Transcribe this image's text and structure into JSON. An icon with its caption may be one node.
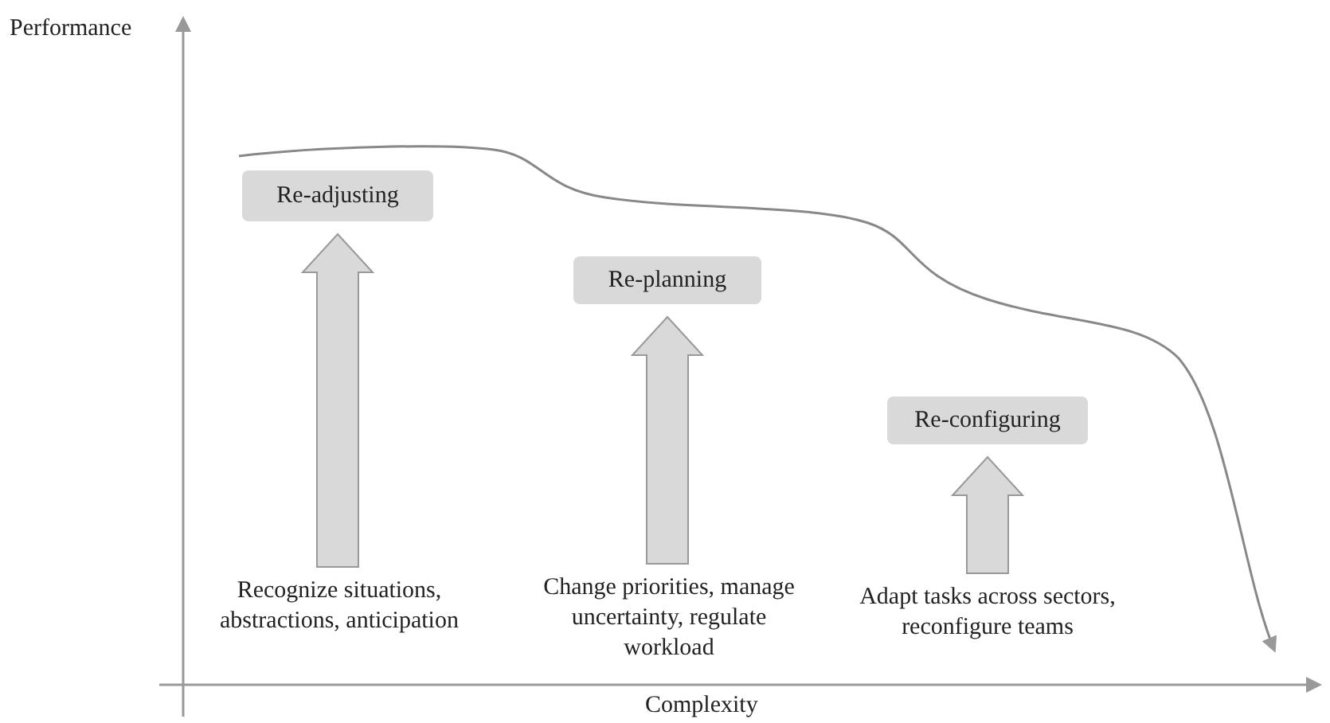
{
  "diagram": {
    "nodes": [
      {
        "text": [
          "Re-adjusting"
        ]
      },
      {
        "text": [
          "Re-planning"
        ]
      },
      {
        "text": [
          "Re-configuring"
        ]
      },
      {
        "text": [
          "Recognize situations, abstractions, anticipation"
        ]
      },
      {
        "text": [
          "Change priorities, manage uncertainty, regulate workload"
        ]
      },
      {
        "text": [
          "Adapt tasks across sectors, reconfigure teams"
        ]
      }
    ],
    "edges": [
      {
        "from": 3,
        "to": 0,
        "arrow": "to",
        "style": "thick"
      },
      {
        "from": 4,
        "to": 1,
        "arrow": "to",
        "style": "thick"
      },
      {
        "from": 5,
        "to": 2,
        "arrow": "to",
        "style": "thick"
      }
    ],
    "labels": [
      "Performance",
      "Complexity"
    ]
  }
}
